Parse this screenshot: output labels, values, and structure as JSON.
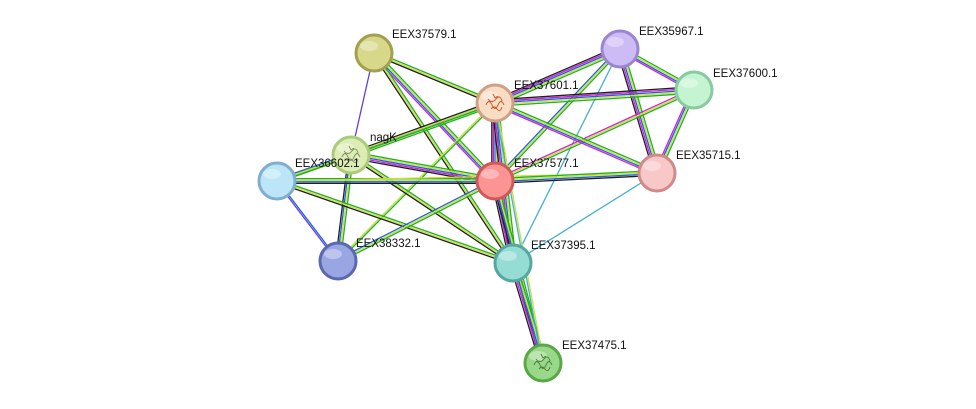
{
  "network": {
    "nodes": [
      {
        "id": "EEX37579",
        "label": "EEX37579.1",
        "fill": "#d8d88a",
        "stroke": "#a0a050",
        "structure": false
      },
      {
        "id": "EEX35967",
        "label": "EEX35967.1",
        "fill": "#ccbbf4",
        "stroke": "#9a86d0",
        "structure": false
      },
      {
        "id": "EEX37600",
        "label": "EEX37600.1",
        "fill": "#c4f4d2",
        "stroke": "#86cc9e",
        "structure": false
      },
      {
        "id": "EEX37601",
        "label": "EEX37601.1",
        "fill": "#f8dcc4",
        "stroke": "#d0a084",
        "structure": true,
        "structure_color": "#c8501e"
      },
      {
        "id": "nagK",
        "label": "nagK",
        "fill": "#dcecb4",
        "stroke": "#aacc7a",
        "structure": true,
        "structure_color": "#7a8a5a"
      },
      {
        "id": "EEX36602",
        "label": "EEX36602.1",
        "fill": "#bce6f8",
        "stroke": "#80aed0",
        "structure": false
      },
      {
        "id": "EEX37577",
        "label": "EEX37577.1",
        "fill": "#fc9494",
        "stroke": "#cc5a5a",
        "structure": false
      },
      {
        "id": "EEX35715",
        "label": "EEX35715.1",
        "fill": "#f8c8c8",
        "stroke": "#d08a8a",
        "structure": false
      },
      {
        "id": "EEX38332",
        "label": "EEX38332.1",
        "fill": "#9aa6e4",
        "stroke": "#5a68b0",
        "structure": false
      },
      {
        "id": "EEX37395",
        "label": "EEX37395.1",
        "fill": "#94dcd4",
        "stroke": "#54a8a0",
        "structure": false
      },
      {
        "id": "EEX37475",
        "label": "EEX37475.1",
        "fill": "#98d888",
        "stroke": "#58a848",
        "structure": true,
        "structure_color": "#4a7a3a"
      }
    ],
    "edge_colors": {
      "green": "#20b020",
      "yellow": "#c8e040",
      "blue": "#2060e0",
      "magenta": "#d020d0",
      "black": "#202020",
      "cyan": "#40b0d0",
      "purple": "#6040e0",
      "olive": "#a0c060"
    },
    "edges": [
      {
        "a": "EEX37579",
        "b": "EEX37601",
        "colors": [
          "green",
          "yellow",
          "black"
        ]
      },
      {
        "a": "EEX37579",
        "b": "EEX37577",
        "colors": [
          "green",
          "yellow",
          "blue",
          "magenta"
        ]
      },
      {
        "a": "EEX37579",
        "b": "EEX37395",
        "colors": [
          "green",
          "yellow",
          "black"
        ]
      },
      {
        "a": "EEX37579",
        "b": "nagK",
        "colors": [
          "purple"
        ]
      },
      {
        "a": "EEX35967",
        "b": "EEX37601",
        "colors": [
          "green",
          "yellow",
          "blue",
          "magenta",
          "black"
        ]
      },
      {
        "a": "EEX35967",
        "b": "EEX37600",
        "colors": [
          "green",
          "yellow",
          "blue",
          "magenta"
        ]
      },
      {
        "a": "EEX35967",
        "b": "EEX37577",
        "colors": [
          "green",
          "yellow",
          "blue"
        ]
      },
      {
        "a": "EEX35967",
        "b": "EEX35715",
        "colors": [
          "green",
          "yellow",
          "blue",
          "magenta",
          "black"
        ]
      },
      {
        "a": "EEX35967",
        "b": "EEX37395",
        "colors": [
          "cyan"
        ]
      },
      {
        "a": "EEX37600",
        "b": "EEX37601",
        "colors": [
          "green",
          "yellow",
          "blue",
          "magenta",
          "black"
        ]
      },
      {
        "a": "EEX37600",
        "b": "EEX37577",
        "colors": [
          "green",
          "yellow",
          "magenta"
        ]
      },
      {
        "a": "EEX37600",
        "b": "EEX35715",
        "colors": [
          "green",
          "yellow",
          "blue",
          "magenta"
        ]
      },
      {
        "a": "EEX37601",
        "b": "nagK",
        "colors": [
          "green",
          "yellow",
          "blue",
          "black"
        ]
      },
      {
        "a": "EEX37601",
        "b": "EEX36602",
        "colors": [
          "green",
          "yellow"
        ]
      },
      {
        "a": "EEX37601",
        "b": "EEX37577",
        "colors": [
          "green",
          "yellow",
          "blue",
          "magenta",
          "black"
        ]
      },
      {
        "a": "EEX37601",
        "b": "EEX35715",
        "colors": [
          "green",
          "yellow",
          "blue",
          "magenta"
        ]
      },
      {
        "a": "EEX37601",
        "b": "EEX38332",
        "colors": [
          "green",
          "yellow"
        ]
      },
      {
        "a": "EEX37601",
        "b": "EEX37395",
        "colors": [
          "green",
          "yellow",
          "blue",
          "magenta",
          "black"
        ]
      },
      {
        "a": "nagK",
        "b": "EEX36602",
        "colors": [
          "green",
          "yellow",
          "blue"
        ]
      },
      {
        "a": "nagK",
        "b": "EEX37577",
        "colors": [
          "green",
          "yellow",
          "blue",
          "magenta",
          "black"
        ]
      },
      {
        "a": "nagK",
        "b": "EEX38332",
        "colors": [
          "green",
          "yellow",
          "blue",
          "black"
        ]
      },
      {
        "a": "nagK",
        "b": "EEX37395",
        "colors": [
          "green",
          "yellow",
          "black"
        ]
      },
      {
        "a": "EEX36602",
        "b": "EEX37577",
        "colors": [
          "green",
          "yellow",
          "blue",
          "black"
        ]
      },
      {
        "a": "EEX36602",
        "b": "EEX38332",
        "colors": [
          "blue",
          "purple"
        ]
      },
      {
        "a": "EEX36602",
        "b": "EEX37395",
        "colors": [
          "green",
          "yellow",
          "black"
        ]
      },
      {
        "a": "EEX36602",
        "b": "EEX35715",
        "colors": [
          "yellow"
        ]
      },
      {
        "a": "EEX37577",
        "b": "EEX35715",
        "colors": [
          "green",
          "yellow",
          "blue",
          "black"
        ]
      },
      {
        "a": "EEX37577",
        "b": "EEX38332",
        "colors": [
          "green",
          "yellow",
          "blue"
        ]
      },
      {
        "a": "EEX37577",
        "b": "EEX37395",
        "colors": [
          "green",
          "yellow",
          "blue",
          "magenta",
          "black"
        ]
      },
      {
        "a": "EEX37577",
        "b": "EEX37475",
        "colors": [
          "green",
          "yellow",
          "blue",
          "black"
        ]
      },
      {
        "a": "EEX35715",
        "b": "EEX37395",
        "colors": [
          "cyan"
        ]
      },
      {
        "a": "EEX37395",
        "b": "EEX37475",
        "colors": [
          "green",
          "yellow",
          "blue",
          "magenta",
          "black"
        ]
      },
      {
        "a": "EEX37601",
        "b": "EEX37475",
        "colors": [
          "yellow",
          "cyan"
        ]
      }
    ]
  }
}
